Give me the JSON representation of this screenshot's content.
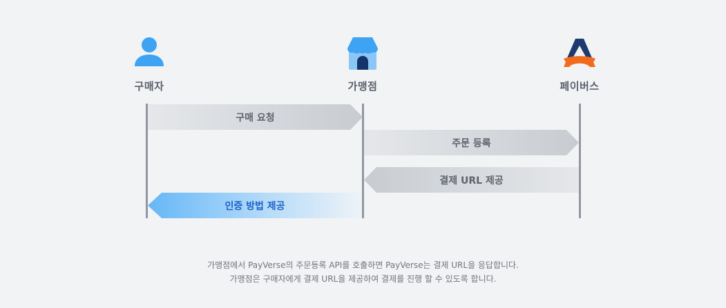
{
  "diagram": {
    "type": "sequence",
    "actors": [
      {
        "id": "buyer",
        "label": "구매자",
        "icon": "person-icon",
        "color": "#3ea3f2"
      },
      {
        "id": "merchant",
        "label": "가맹점",
        "icon": "store-icon",
        "color": "#3ea3f2"
      },
      {
        "id": "payverse",
        "label": "페이버스",
        "icon": "payverse-logo-icon",
        "colors": [
          "#1e3a6e",
          "#f26a1b"
        ]
      }
    ],
    "messages": [
      {
        "label": "구매 요청",
        "from": "구매자",
        "to": "가맹점",
        "direction": "right"
      },
      {
        "label": "주문 등록",
        "from": "가맹점",
        "to": "페이버스",
        "direction": "right"
      },
      {
        "label": "결제 URL 제공",
        "from": "페이버스",
        "to": "가맹점",
        "direction": "left"
      },
      {
        "label": "인증 방법 제공",
        "from": "가맹점",
        "to": "구매자",
        "direction": "left",
        "highlight": "#1b63c9"
      }
    ]
  },
  "caption": {
    "line1": "가맹점에서 PayVerse의 주문등록 API를 호출하면 PayVerse는 결제 URL을 응답합니다.",
    "line2": "가맹점은 구매자에게 결제 URL을 제공하여 결제를 진행 할 수 있도록 합니다."
  }
}
